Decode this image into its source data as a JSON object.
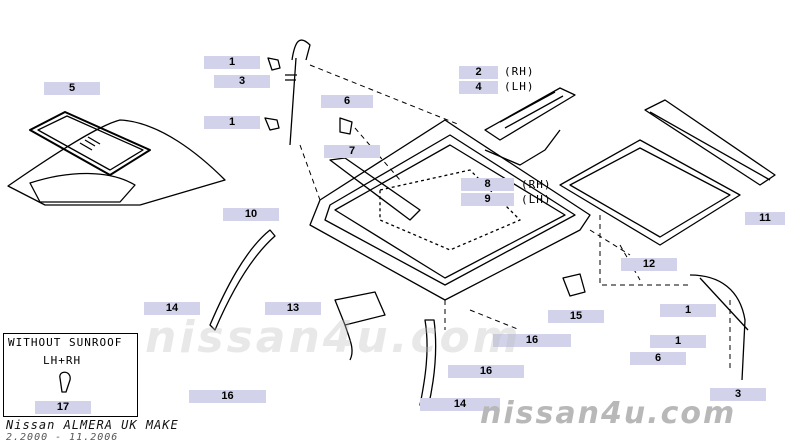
{
  "callouts": [
    {
      "label": "1"
    },
    {
      "label": "3"
    },
    {
      "label": "1"
    },
    {
      "label": "5"
    },
    {
      "label": "6"
    },
    {
      "label": "7"
    },
    {
      "label": "2"
    },
    {
      "label": "4"
    },
    {
      "label": "8"
    },
    {
      "label": "9"
    },
    {
      "label": "10"
    },
    {
      "label": "11"
    },
    {
      "label": "12"
    },
    {
      "label": "14"
    },
    {
      "label": "13"
    },
    {
      "label": "16"
    },
    {
      "label": "15"
    },
    {
      "label": "16"
    },
    {
      "label": "16"
    },
    {
      "label": "14"
    },
    {
      "label": "1"
    },
    {
      "label": "1"
    },
    {
      "label": "6"
    },
    {
      "label": "3"
    },
    {
      "label": "17"
    }
  ],
  "side_labels": {
    "item2": "(RH)",
    "item4": "(LH)",
    "item8": "(RH)",
    "item9": "(LH)"
  },
  "without_sunroof": {
    "title": "WITHOUT SUNROOF",
    "side": "LH+RH"
  },
  "footer": {
    "model": "Nissan ALMERA UK MAKE",
    "date_range": "2.2000 - 11.2006"
  },
  "watermark": {
    "center": "nissan4u.com",
    "corner": "nissan4u.com"
  }
}
